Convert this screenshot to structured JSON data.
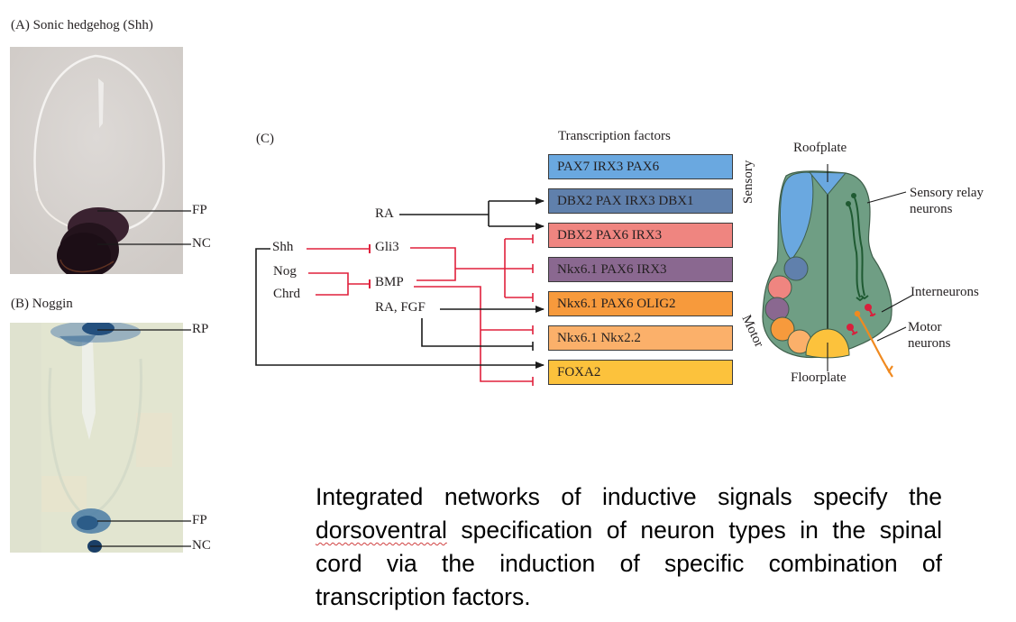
{
  "panel_a": {
    "label": "(A)  Sonic hedgehog (Shh)",
    "callouts": [
      "FP",
      "NC"
    ]
  },
  "panel_b": {
    "label": "(B)  Noggin",
    "callouts": [
      "RP",
      "FP",
      "NC"
    ]
  },
  "panel_c": {
    "label": "(C)",
    "signals": {
      "ra": "RA",
      "shh": "Shh",
      "gli3": "Gli3",
      "nog": "Nog",
      "chrd": "Chrd",
      "bmp": "BMP",
      "ra_fgf": "RA, FGF"
    },
    "tf_header": "Transcription factors",
    "transcription_factors": [
      {
        "label": "PAX7 IRX3 PAX6",
        "color": "#6aa8e0"
      },
      {
        "label": "DBX2 PAX IRX3 DBX1",
        "color": "#6080ac"
      },
      {
        "label": "DBX2 PAX6 IRX3",
        "color": "#ef8580"
      },
      {
        "label": "Nkx6.1 PAX6 IRX3",
        "color": "#8a6890"
      },
      {
        "label": "Nkx6.1 PAX6 OLIG2",
        "color": "#f79a3c"
      },
      {
        "label": "Nkx6.1 Nkx2.2",
        "color": "#fbb06a"
      },
      {
        "label": "FOXA2",
        "color": "#fcc23c"
      }
    ],
    "colors": {
      "activation": "#1a1a1a",
      "inhibition": "#e0203c",
      "cord_tissue": "#6f9e84",
      "sensory_neuron": "#1f5a32",
      "interneuron": "#d8203c",
      "motor_neuron": "#f08a20"
    },
    "cord_labels": {
      "roofplate": "Roofplate",
      "floorplate": "Floorplate",
      "sensory": "Sensory",
      "motor": "Motor",
      "sensory_relay_1": "Sensory relay",
      "sensory_relay_2": "neurons",
      "interneurons": "Interneurons",
      "motor_neurons_1": "Motor",
      "motor_neurons_2": "neurons"
    }
  },
  "caption": {
    "before": "Integrated networks of inductive signals specify the ",
    "flagged_word": "dorsoventral",
    "after": " specification of neuron types in the spinal cord via the induction of specific combination of transcription factors."
  }
}
